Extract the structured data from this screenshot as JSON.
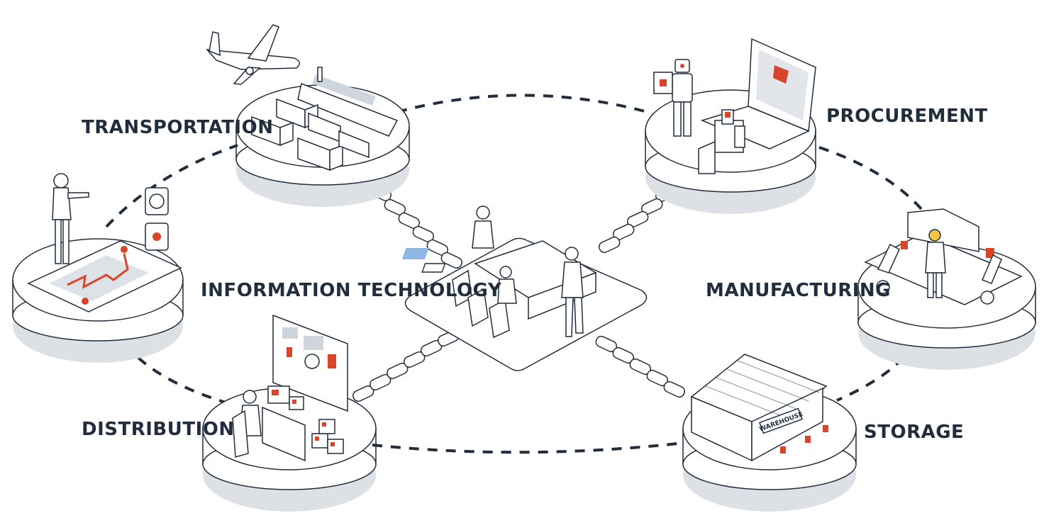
{
  "nodes": [
    {
      "id": "transportation",
      "label": "TRANSPORTATION"
    },
    {
      "id": "procurement",
      "label": "PROCUREMENT"
    },
    {
      "id": "information-technology",
      "label": "INFORMATION TECHNOLOGY"
    },
    {
      "id": "manufacturing",
      "label": "MANUFACTURING"
    },
    {
      "id": "distribution",
      "label": "DISTRIBUTION"
    },
    {
      "id": "storage",
      "label": "STORAGE"
    }
  ],
  "warehouse_sign": "WAREHOUSE",
  "colors": {
    "ink": "#1f2d3d",
    "accent": "#d9452b",
    "shadow": "#dde1e6",
    "screen": "#8fb7e6"
  }
}
